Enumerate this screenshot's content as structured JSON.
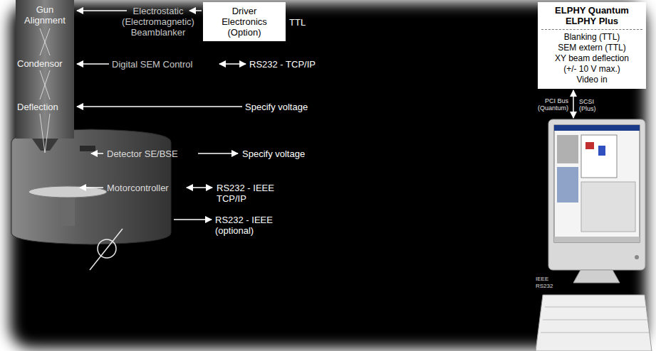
{
  "diagram": {
    "nodes": [
      {
        "text": [
          "Driver Electronics (Option)"
        ]
      },
      {
        "text": [
          "ELPHY Quantum ELPHY Plus",
          "Blanking (TTL)",
          "SEM extern (TTL)",
          "XY beam deflection (+/- 10 V max.)",
          "Video in"
        ]
      },
      {
        "text": [
          "IEEE RS232"
        ]
      }
    ],
    "edges": [
      {
        "from": 1,
        "to": 2,
        "arrow": "both",
        "label": "PCI Bus (Quantum)"
      }
    ],
    "labels": [
      "Gun Alignment",
      "Condensor",
      "Deflection",
      "Electrostatic (Electromagnetic) Beamblanker",
      "TTL",
      "Digital SEM Control",
      "RS232 - TCP/IP",
      "Specify voltage",
      "Detector SE/BSE",
      "Specify voltage",
      "Motorcontroller",
      "RS232 - IEEE TCP/IP",
      "RS232 - IEEE (optional)",
      "SCSI (Plus)"
    ]
  }
}
